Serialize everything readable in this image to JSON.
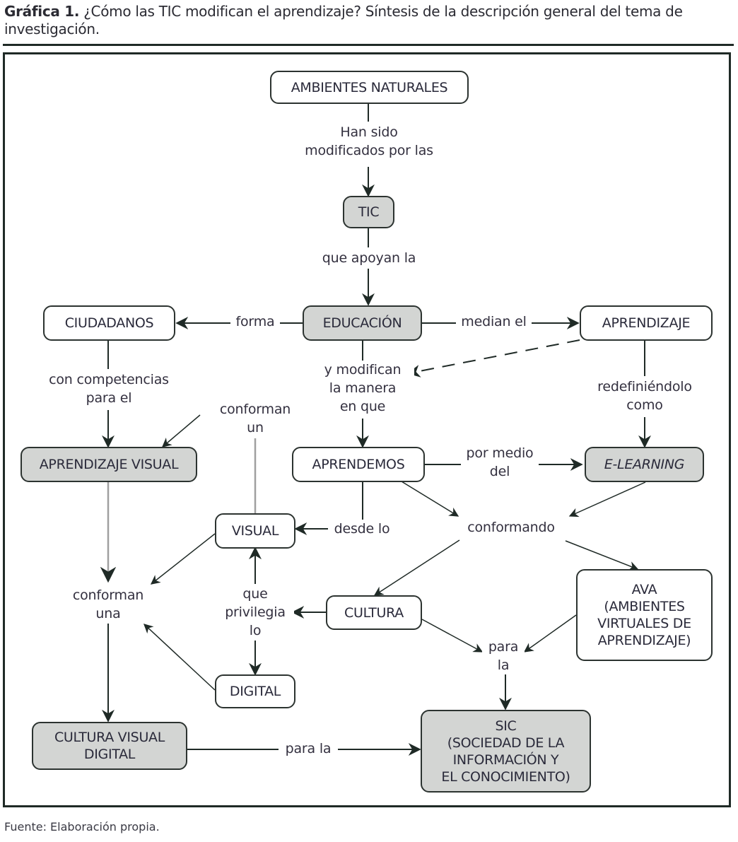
{
  "caption": {
    "label": "Gráfica 1.",
    "text": " ¿Cómo las TIC modifican el aprendizaje? Síntesis de la descripción general del tema de investigación."
  },
  "nodes": {
    "ambientes_naturales": "AMBIENTES NATURALES",
    "tic": "TIC",
    "educacion": "EDUCACIÓN",
    "ciudadanos": "CIUDADANOS",
    "aprendizaje": "APRENDIZAJE",
    "aprendizaje_visual": "APRENDIZAJE VISUAL",
    "aprendemos": "APRENDEMOS",
    "e_learning": "E-LEARNING",
    "visual": "VISUAL",
    "cultura": "CULTURA",
    "ava": [
      "AVA",
      "(AMBIENTES",
      "VIRTUALES DE",
      "APRENDIZAJE)"
    ],
    "digital": "DIGITAL",
    "cultura_visual_digital": [
      "CULTURA VISUAL",
      "DIGITAL"
    ],
    "sic": [
      "SIC",
      "(SOCIEDAD DE LA",
      "INFORMACIÓN Y",
      "EL CONOCIMIENTO)"
    ]
  },
  "links": {
    "han_sido": [
      "Han sido",
      "modificados por las"
    ],
    "que_apoyan": "que apoyan la",
    "forma": "forma",
    "median_el": "median el",
    "y_modifican": [
      "y modifican",
      "la manera",
      "en que"
    ],
    "con_competencias": [
      "con competencias",
      "para el"
    ],
    "redefiniendolo": [
      "redefiniéndolo",
      "como"
    ],
    "conforman_un": [
      "conforman",
      "un"
    ],
    "por_medio": [
      "por medio",
      "del"
    ],
    "desde_lo": "desde lo",
    "conformando": "conformando",
    "conforman_una": [
      "conforman",
      "una"
    ],
    "que_privilegia": [
      "que",
      "privilegia",
      "lo"
    ],
    "para_la_1": [
      "para",
      "la"
    ],
    "para_la_2": "para la"
  },
  "footer": "Fuente: Elaboración propia.",
  "colors": {
    "gray_node": "#d3d5d3",
    "line": "#1f2a26",
    "light_line": "#a0a0a0"
  }
}
